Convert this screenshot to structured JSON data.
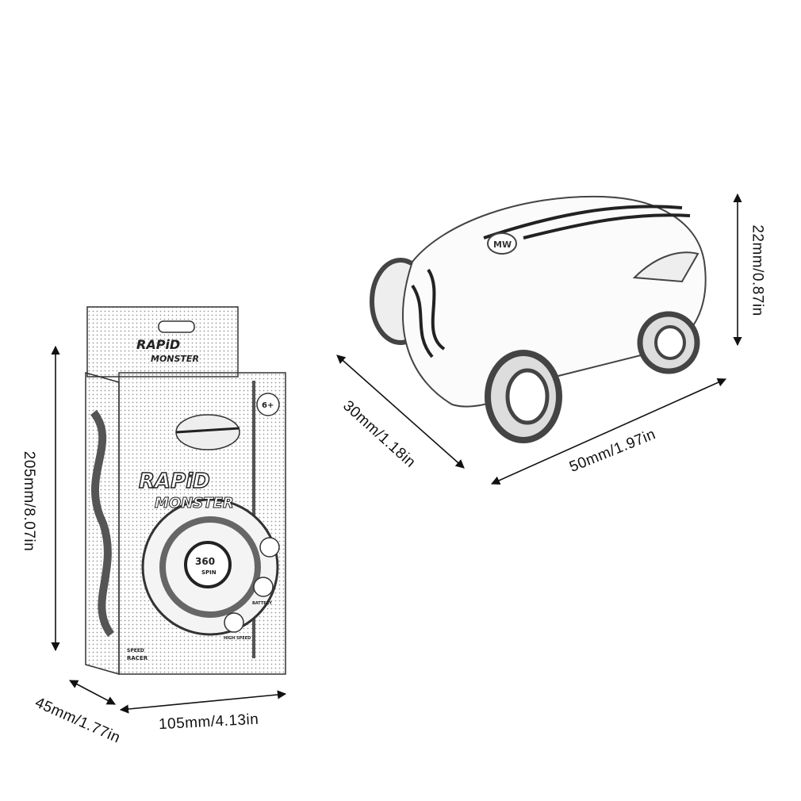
{
  "dimensions": {
    "car_height": "22mm/0.87in",
    "car_width": "30mm/1.18in",
    "car_length": "50mm/1.97in",
    "box_height": "205mm/8.07in",
    "box_depth": "45mm/1.77in",
    "box_width": "105mm/4.13in"
  },
  "package": {
    "brand_line1": "RAPiD",
    "brand_line2": "MONSTER",
    "age": "6+",
    "spin": "360",
    "spin_sub": "SPIN",
    "battery": "BATTERY",
    "high_speed": "HIGH SPEED",
    "speed_line1": "SPEED",
    "speed_line2": "RACER"
  },
  "car": {
    "logo": "MW"
  },
  "colors": {
    "ink": "#222222",
    "background": "#ffffff"
  }
}
